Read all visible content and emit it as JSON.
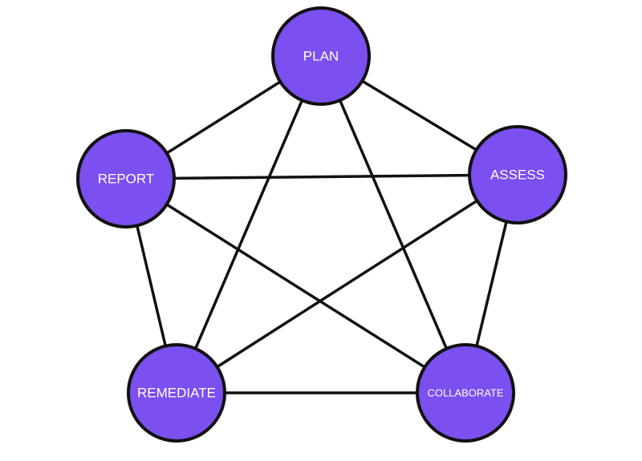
{
  "diagram": {
    "node_color": "#7b4ff0",
    "outline_color": "#111111",
    "nodes": [
      {
        "id": "plan",
        "label": "PLAN"
      },
      {
        "id": "assess",
        "label": "ASSESS"
      },
      {
        "id": "collaborate",
        "label": "COLLABORATE"
      },
      {
        "id": "remediate",
        "label": "REMEDIATE"
      },
      {
        "id": "report",
        "label": "REPORT"
      }
    ],
    "edges": [
      [
        "plan",
        "assess"
      ],
      [
        "plan",
        "report"
      ],
      [
        "plan",
        "remediate"
      ],
      [
        "plan",
        "collaborate"
      ],
      [
        "assess",
        "report"
      ],
      [
        "assess",
        "remediate"
      ],
      [
        "assess",
        "collaborate"
      ],
      [
        "report",
        "remediate"
      ],
      [
        "report",
        "collaborate"
      ],
      [
        "remediate",
        "collaborate"
      ]
    ]
  }
}
